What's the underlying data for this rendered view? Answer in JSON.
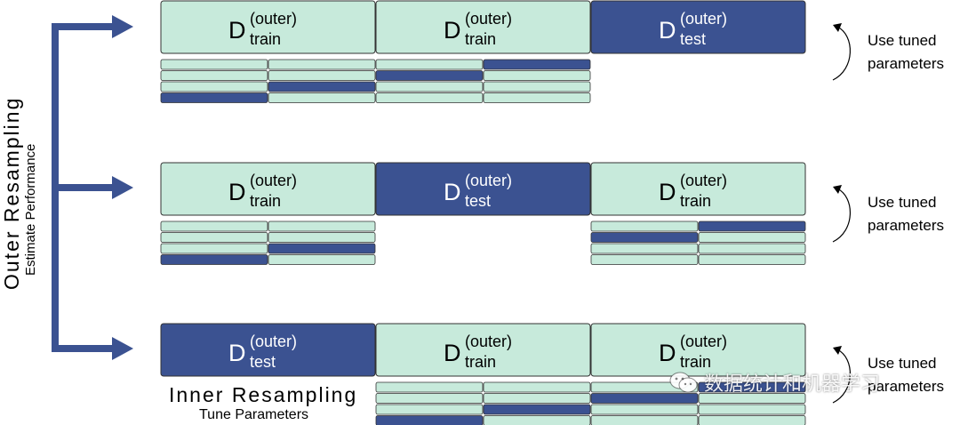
{
  "colors": {
    "light": "#c7eadb",
    "dark": "#3b5291",
    "border": "#333333",
    "arrow": "#3b5291"
  },
  "labels": {
    "D": "D",
    "outer_sup": "(outer)",
    "train": "train",
    "test": "test"
  },
  "outer_resampling": {
    "title": "Outer Resampling",
    "subtitle": "Estimate Performance"
  },
  "inner_resampling": {
    "title": "Inner Resampling",
    "subtitle": "Tune Parameters"
  },
  "side_note": {
    "line1": "Use tuned",
    "line2": "parameters"
  },
  "folds": [
    {
      "blocks": [
        "train",
        "train",
        "test"
      ],
      "inner_dark": [
        3,
        2,
        1,
        0
      ]
    },
    {
      "blocks": [
        "train",
        "test",
        "train"
      ],
      "inner_dark": [
        3,
        2,
        1,
        0
      ]
    },
    {
      "blocks": [
        "test",
        "train",
        "train"
      ],
      "inner_dark": [
        3,
        2,
        1,
        0
      ]
    }
  ],
  "watermark": "数据统计和机器学习"
}
